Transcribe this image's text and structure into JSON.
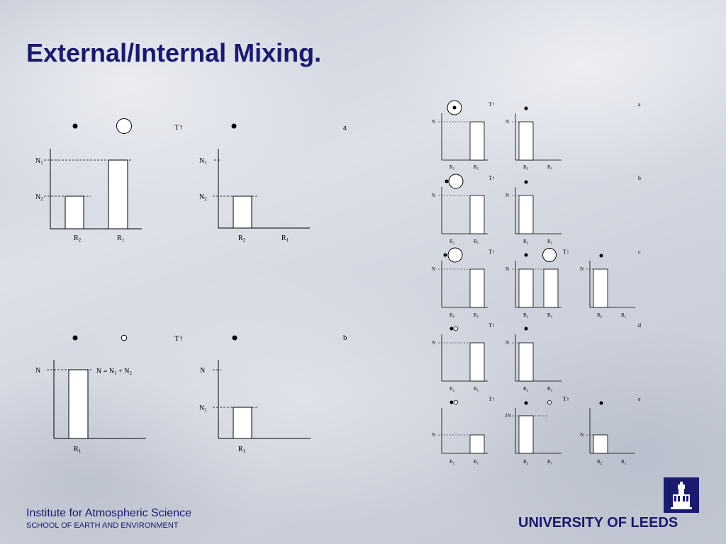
{
  "title": "External/Internal Mixing.",
  "footer": {
    "institute": "Institute for Atmospheric Science",
    "school": "SCHOOL OF EARTH AND ENVIRONMENT",
    "university": "UNIVERSITY OF LEEDS"
  },
  "labels": {
    "T": "T",
    "arrow": "↑",
    "a": "a",
    "b": "b",
    "c": "c",
    "d": "d",
    "e": "e",
    "N": "N",
    "N1": "N1",
    "N2": "N2",
    "R1": "R1",
    "R2": "R2",
    "twoN": "2N",
    "sum_eq": "N = N1 + N2",
    "n_letter": "N",
    "r_letter": "R",
    "sub1": "1",
    "sub2": "2"
  },
  "colors": {
    "title": "#1a1a6e",
    "bar_fill": "#ffffff",
    "stroke": "#000000"
  }
}
